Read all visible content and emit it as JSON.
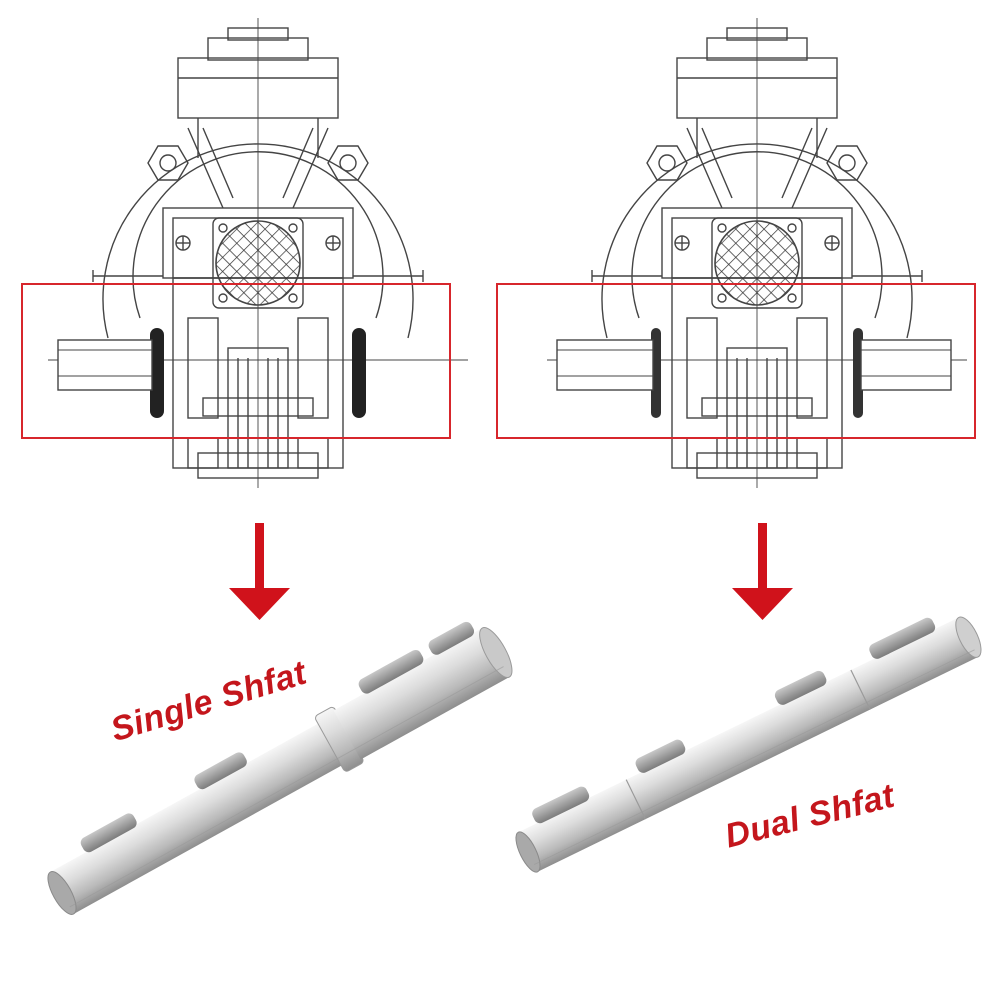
{
  "panels": [
    {
      "label": "Single Shfat",
      "shaft_type": "single"
    },
    {
      "label": "Dual Shfat",
      "shaft_type": "dual"
    }
  ],
  "colors": {
    "highlight": "#d7262c",
    "arrow": "#d0121b",
    "label": "#c4161c",
    "line": "#444444",
    "steel_light": "#eeeeee",
    "steel_dark": "#8e8e8e"
  }
}
